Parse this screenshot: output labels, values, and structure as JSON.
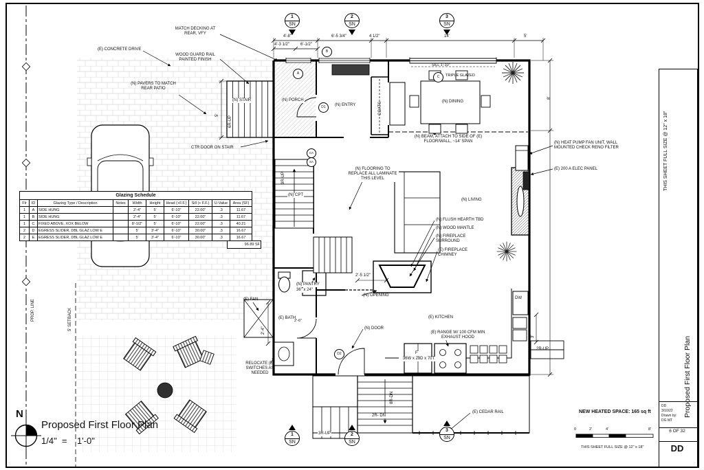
{
  "sheet": {
    "plan_title": "Proposed First Floor Plan",
    "scale_text": "1/4\"  =    1'-0\"",
    "north": "N",
    "heated": "NEW HEATED SPACE: 165 sq ft",
    "full_size_note": "THIS SHEET FULL SIZE @ 12\" x 18\"",
    "sheet_index": "6 OF 32",
    "initials": "DD",
    "rev": {
      "id": "DD",
      "date": "3/10/22",
      "drawn_by": "Drawn by:",
      "drafter": "DG MT"
    }
  },
  "titleblock": {
    "full_size_vert": "THIS SHEET FULL SIZE @ 12\" x 18\"",
    "plan_title_vert": "Proposed First Floor Plan"
  },
  "scalebar": {
    "t0": "0",
    "t1": "2'",
    "t2": "4'",
    "t3": "8'"
  },
  "sections": {
    "s1": "1",
    "s2": "2",
    "s3": "3",
    "tag": "SN"
  },
  "win_markers": {
    "a": "A",
    "b": "B",
    "c": "C"
  },
  "door_markers": {
    "d1": "D1",
    "d2": "D2"
  },
  "detectors": {
    "ca": "CA",
    "sa": "SA"
  },
  "rooms": {
    "stair": "(N) STAIR",
    "porch": "(N) PORCH",
    "entry": "(N) ENTRY",
    "coats": "COATS",
    "dining": "(N) DINING",
    "living": "(N) LIVING",
    "cpt": "(N) CPT",
    "bath": "(E) BATH",
    "kitchen": "(E) KITCHEN",
    "pantry": "(N) PANTRY",
    "pantry_size": "36\" x 24\""
  },
  "notes": {
    "concrete_drive": "(E) CONCRETE DRIVE",
    "match_decking": "MATCH DECKING AT REAR, VFY",
    "guard_rail": "WOOD GUARD RAIL PAINTED FINISH",
    "pavers": "(N) PAVERS TO MATCH REAR PATIO",
    "ctr_door": "CTR DOOR ON STAIR",
    "beam": "(N) BEAM, ATTACH TO SIDE OF (E) FLOOR/WALL, ~14' SPAN",
    "heat_pump": "(N) HEAT PUMP FAN UNIT, WALL MOUNTED CHECK RENO FILTER",
    "elec_panel": "(E) 200 A ELEC PANEL",
    "flooring": "(N) FLOORING TO REPLACE ALL LAMINATE THIS LEVEL",
    "sill_110": "SILL 1'-10\"",
    "triple_glazed": "TRIPLE GLAZED",
    "hearth": "(N) FLUSH HEARTH TBD",
    "mantle": "(N) WOOD MANTLE",
    "surround": "(N) FIREPLACE SURROUND",
    "chimney": "(E) FIREPLACE CHIMNEY",
    "opening": "(N) OPENING",
    "fan": "(E) FAN",
    "door": "(N) DOOR",
    "range": "(E) RANGE W/ 100 CFM MIN EXHAUST HOOD",
    "fridge_f": "F",
    "fridge_size": "36W x 28D x 70T",
    "dw": "DW",
    "switches": "RELOCATE (E) SWITCHES AS NEEDED",
    "cedar_rail": "(E) CEDAR RAIL",
    "prop_line": "PROP. LINE",
    "setback": "5' SETBACK",
    "up6": "6R-UP",
    "up9": "9R-UP",
    "dn8": "8R-DN",
    "dn2": "2R- DN",
    "up3": "3R-UP",
    "up2": "2R-UP"
  },
  "dims": {
    "d48": "4'-8\"",
    "d4312": "4'-3 1/2\"",
    "d612": "6'-1/2\"",
    "d6534": "6'-5 3/4\"",
    "d412": "4 1/2\"",
    "d14": "14'",
    "d5": "5'",
    "d8": "8'",
    "d3": "3'",
    "d2512": "2'-5 1/2\"",
    "d24": "2'-4\"",
    "d26": "2'-6\"",
    "d5b": "5'"
  },
  "glazing": {
    "title": "Glazing Schedule",
    "headers": [
      "Flr",
      "ID",
      "Glazing Type / Description",
      "Notes",
      "Width",
      "Height",
      "Head (+F.F.)",
      "Sill (+ F.F.)",
      "U-Value",
      "Area (SF)"
    ],
    "rows": [
      [
        "1",
        "A",
        "SIDE HUNG",
        "",
        "2'-4\"",
        "5'",
        "6'-10\"",
        "22.00\"",
        ".3",
        "11.67"
      ],
      [
        "1",
        "B",
        "SIDE HUNG",
        "",
        "2'-4\"",
        "5'",
        "6'-10\"",
        "22.00\"",
        ".3",
        "11.67"
      ],
      [
        "1",
        "C",
        "FIXED ABOVE, XOX BELOW",
        "",
        "8'-1/2\"",
        "5'",
        "6'-10\"",
        "22.00\"",
        ".3",
        "40.21"
      ],
      [
        "2",
        "D",
        "EGRESS SLIDER, DBL GLAZ LOW E",
        "",
        "5'",
        "3'-4\"",
        "6'-10\"",
        "30.00\"",
        ".3",
        "16.67"
      ],
      [
        "2",
        "E",
        "EGRESS SLIDER, DBL GLAZ LOW E",
        "",
        "5'",
        "3'-4\"",
        "6'-10\"",
        "30.00\"",
        ".3",
        "16.67"
      ]
    ],
    "total": "96.89 SF"
  }
}
